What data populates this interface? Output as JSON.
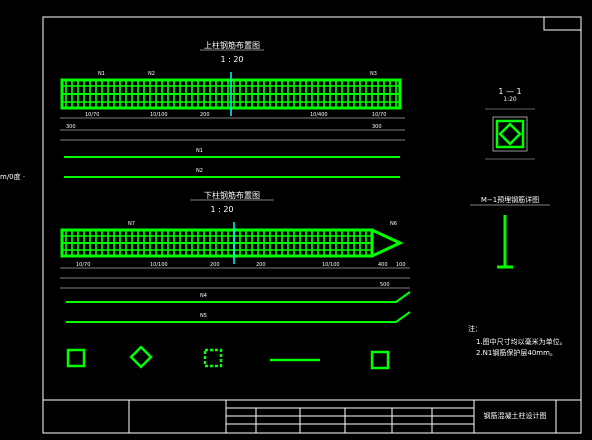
{
  "drawing": {
    "left_label": "m/0度 ·",
    "upper": {
      "title": "上柱钢筋布置图",
      "scale": "1 : 20"
    },
    "lower": {
      "title": "下柱钢筋布置图",
      "scale": "1 : 20"
    },
    "section": {
      "title": "1 — 1",
      "scale": "1:20"
    },
    "detail": {
      "title": "M−1预埋钢筋详图"
    },
    "notes": {
      "heading": "注：",
      "line1": "1.图中尺寸均以毫米为单位。",
      "line2": "2.N1钢筋保护层40mm。"
    },
    "title_block": {
      "title": "钢筋混凝土柱设计图"
    },
    "labels": {
      "N1": "N1",
      "N2": "N2",
      "N3": "N3",
      "N4": "N4",
      "N5": "N5",
      "N6": "N6",
      "N7": "N7",
      "d10_70": "10/70",
      "d10_100": "10/100",
      "d10_400": "10/400",
      "d200": "200",
      "d300": "300",
      "d400": "400",
      "d500": "500",
      "d100": "100"
    },
    "colors": {
      "rebar": "#00ff00",
      "frame": "#ffffff",
      "cut": "#00ffff",
      "bg": "#000000"
    }
  }
}
